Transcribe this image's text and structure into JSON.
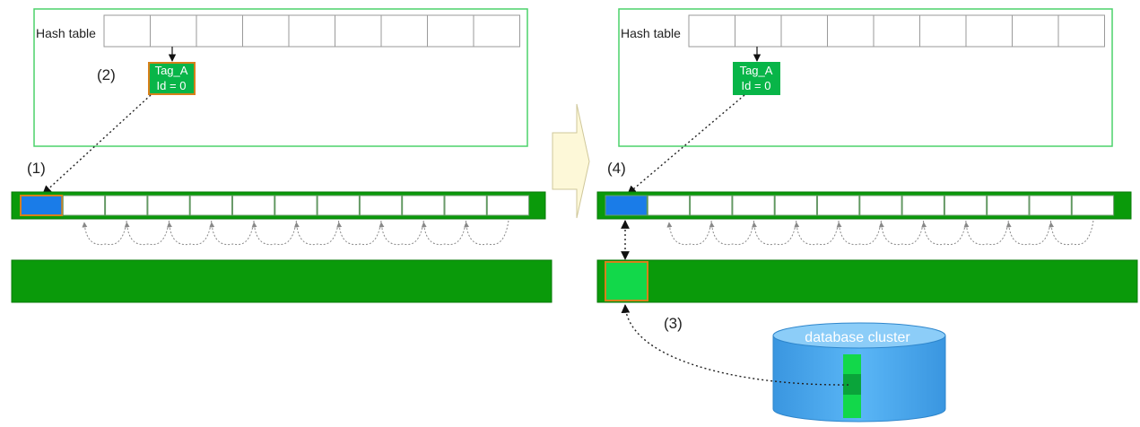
{
  "left_panel": {
    "hash_table_label": "Hash table",
    "tag": {
      "line1": "Tag_A",
      "line2": "Id = 0"
    },
    "step_a": "(2)",
    "step_b": "(1)"
  },
  "right_panel": {
    "hash_table_label": "Hash table",
    "tag": {
      "line1": "Tag_A",
      "line2": "Id = 0"
    },
    "step_a": "(4)",
    "step_b": "(3)",
    "database_label": "database cluster"
  },
  "colors": {
    "frame_green": "#4cd26a",
    "dark_green": "#0a9a0a",
    "tag_green": "#08b548",
    "bright_green": "#12d84a",
    "highlight_border": "#d8801a",
    "blue_slot": "#1a7ce8",
    "db_blue": "#4aa8ee",
    "arrow_fill": "#fdf8d8"
  }
}
